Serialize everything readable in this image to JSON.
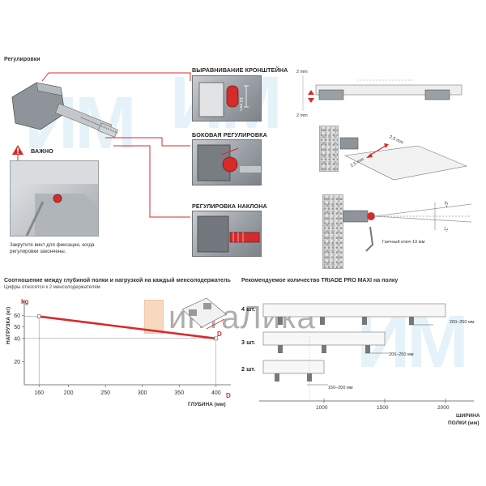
{
  "page": {
    "section_title": "Регулировки",
    "watermark": "ИМ",
    "brand_logo": "интаЛика"
  },
  "adjustments": {
    "alignment_label": "ВЫРАВНИВАНИЕ КРОНШТЕЙНА",
    "alignment_dim": "10 mm",
    "side_label": "БОКОВАЯ РЕГУЛИРОВКА",
    "tilt_label": "РЕГУЛИРОВКА НАКЛОНА",
    "warning_label": "ВАЖНО",
    "warning_caption": "Закрутите винт для фиксации, когда регулировки закончены."
  },
  "right_diagrams": {
    "top_dim_upper": "2 mm",
    "top_dim_lower": "2 mm",
    "side_dim_a": "2,5 mm",
    "side_dim_b": "2,5 mm",
    "tilt_plus": "+3°",
    "tilt_minus": "-1°",
    "wrench_label": "Гаечный ключ 10 мм"
  },
  "load_chart": {
    "title": "Соотношение между глубиной полки и нагрузкой на каждый менсолодержатель",
    "subtitle": "Цифры относятся к 2 менсолодержателям",
    "y_axis_label": "НАГРУЗКА (кг)",
    "y_unit": "kg",
    "x_axis_label": "ГЛУБИНА (мм)",
    "x_unit": "D",
    "shelf_dim": "D"
  },
  "chart_data": {
    "type": "line",
    "title": "Соотношение между глубиной полки и нагрузкой на каждый менсолодержатель",
    "subtitle": "Цифры относятся к 2 менсолодержателям",
    "xlabel": "ГЛУБИНА (мм)",
    "ylabel": "НАГРУЗКА (кг)",
    "x_ticks": [
      160,
      200,
      250,
      300,
      350,
      400
    ],
    "y_ticks": [
      20,
      40,
      50,
      60
    ],
    "xlim": [
      140,
      420
    ],
    "ylim": [
      0,
      70
    ],
    "grid": false,
    "series": [
      {
        "x": [
          160,
          400
        ],
        "y": [
          59,
          40
        ],
        "color": "#d52b2b"
      }
    ]
  },
  "quantity_chart": {
    "title": "Рекомендуемое количество TRIADE PRO MAXI на полку",
    "rows": [
      {
        "label": "4 шт.",
        "spacing": "200–250 мм"
      },
      {
        "label": "3 шт.",
        "spacing": "200–250 мм"
      },
      {
        "label": "2 шт.",
        "spacing": "150–200 мм"
      }
    ],
    "x_ticks": [
      "1000",
      "1500",
      "2000"
    ],
    "x_axis_label_1": "ШИРИНА",
    "x_axis_label_2": "ПОЛКИ (мм)"
  },
  "colors": {
    "accent_red": "#d52b2b",
    "line_gray": "#888888",
    "watermark_blue": "#b9dbee"
  }
}
